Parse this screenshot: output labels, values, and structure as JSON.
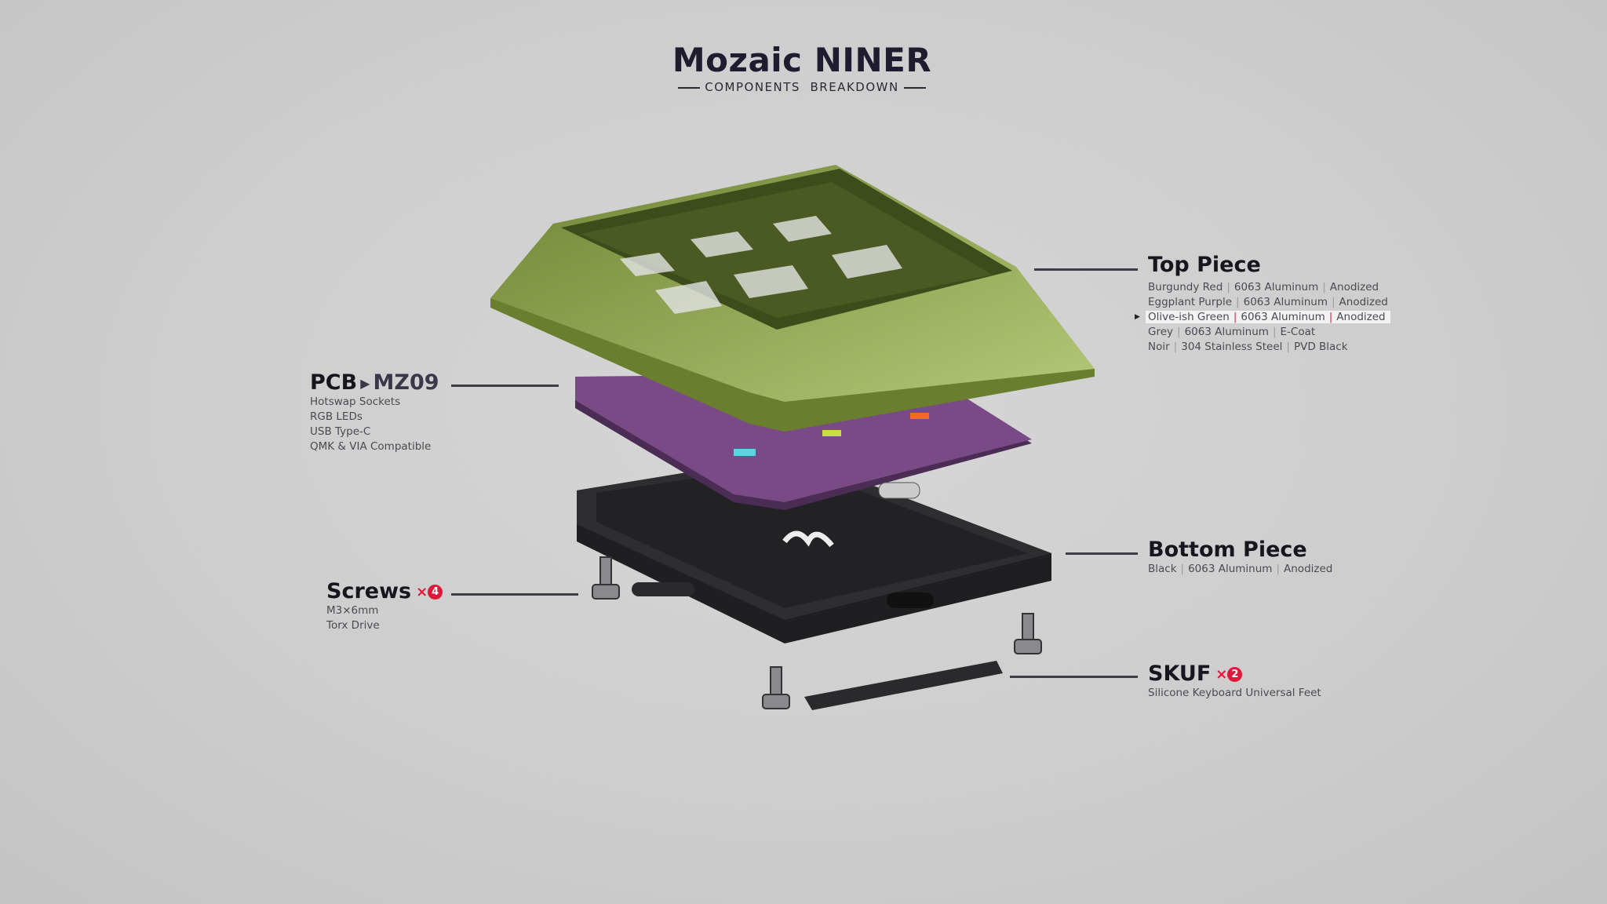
{
  "header": {
    "title": "Mozaic NINER",
    "subtitle": "COMPONENTS  BREAKDOWN"
  },
  "top_piece": {
    "title": "Top Piece",
    "options": [
      {
        "color": "Burgundy Red",
        "material": "6063 Aluminum",
        "finish": "Anodized",
        "selected": false
      },
      {
        "color": "Eggplant Purple",
        "material": "6063 Aluminum",
        "finish": "Anodized",
        "selected": false
      },
      {
        "color": "Olive-ish Green",
        "material": "6063 Aluminum",
        "finish": "Anodized",
        "selected": true
      },
      {
        "color": "Grey",
        "material": "6063 Aluminum",
        "finish": "E-Coat",
        "selected": false
      },
      {
        "color": "Noir",
        "material": "304 Stainless Steel",
        "finish": "PVD Black",
        "selected": false
      }
    ]
  },
  "pcb": {
    "title": "PCB",
    "model": "MZ09",
    "features": [
      "Hotswap Sockets",
      "RGB LEDs",
      "USB Type-C",
      "QMK & VIA Compatible"
    ]
  },
  "screws": {
    "title": "Screws",
    "qty_prefix": "×",
    "qty": "4",
    "specs": [
      "M3×6mm",
      "Torx Drive"
    ]
  },
  "bottom_piece": {
    "title": "Bottom Piece",
    "color": "Black",
    "material": "6063 Aluminum",
    "finish": "Anodized"
  },
  "skuf": {
    "title": "SKUF",
    "qty_prefix": "×",
    "qty": "2",
    "description": "Silicone Keyboard Universal Feet"
  },
  "colors": {
    "accent": "#e0193a",
    "green": "#8fa64a",
    "pcb": "#6b3f78",
    "bottom": "#2a2a2c"
  }
}
